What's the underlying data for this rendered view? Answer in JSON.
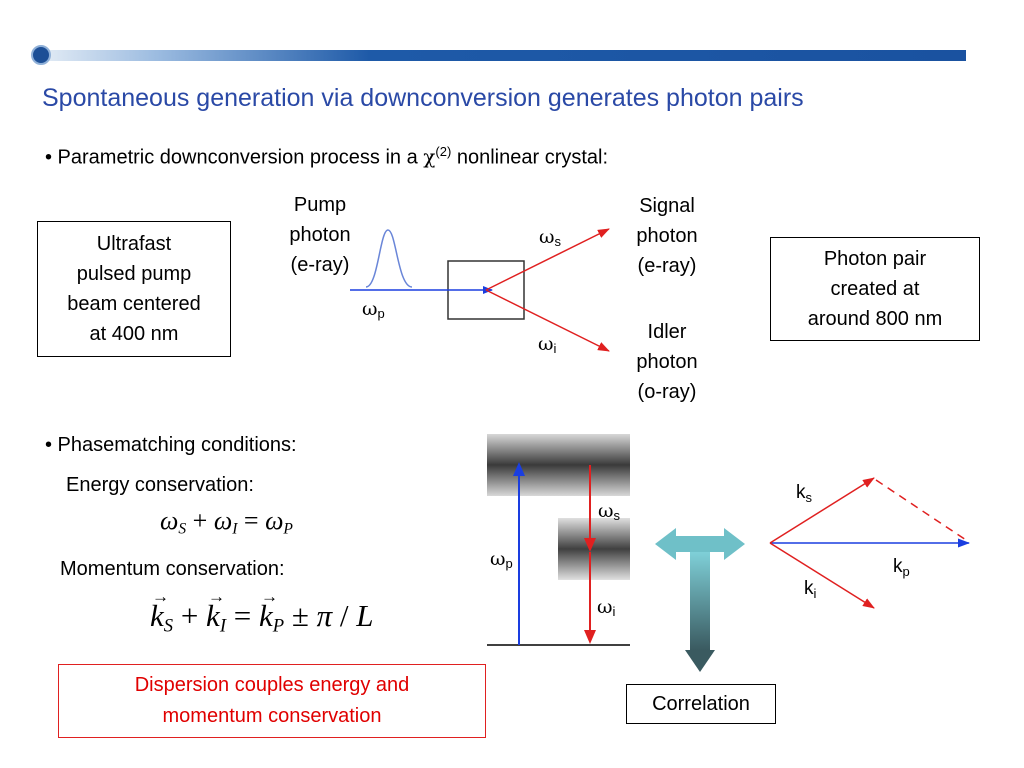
{
  "slide": {
    "title": "Spontaneous generation via downconversion generates photon pairs"
  },
  "bullets": {
    "first_prefix": "• Parametric downconversion process in a ",
    "chi": "χ",
    "chi_superscript": "(2)",
    "first_suffix": " nonlinear crystal:",
    "second": "• Phasematching conditions:"
  },
  "boxes": {
    "pump_source_lines": [
      "Ultrafast",
      "pulsed pump",
      "beam centered",
      "at 400 nm"
    ],
    "photon_pair_lines": [
      "Photon pair",
      "created at",
      "around 800 nm"
    ],
    "dispersion_lines": [
      "Dispersion couples energy and",
      "momentum conservation"
    ],
    "correlation": "Correlation"
  },
  "labels": {
    "pump_lines": [
      "Pump",
      "photon",
      "(e-ray)"
    ],
    "signal_lines": [
      "Signal",
      "photon",
      "(e-ray)"
    ],
    "idler_lines": [
      "Idler",
      "photon",
      "(o-ray)"
    ],
    "omega": "ω",
    "sub_p": "p",
    "sub_s": "s",
    "sub_i": "i",
    "k": "k",
    "energy_conservation": "Energy conservation:",
    "momentum_conservation": "Momentum conservation:"
  },
  "equations": {
    "energy": {
      "omega": "ω",
      "sub_S": "S",
      "sub_I": "I",
      "sub_P": "P",
      "plus": "+",
      "equals": "="
    },
    "momentum": {
      "k": "k",
      "sub_S": "S",
      "sub_I": "I",
      "sub_P": "P",
      "plus": "+",
      "equals": "=",
      "pm": "±",
      "pi": "π",
      "slash": "/",
      "L": "L"
    }
  },
  "colors": {
    "title": "#2a49a6",
    "pump_beam": "#1a3ee0",
    "output_beams": "#e02020",
    "pulse": "#6a86d8",
    "arrow_shape": "#6fc0c8"
  }
}
